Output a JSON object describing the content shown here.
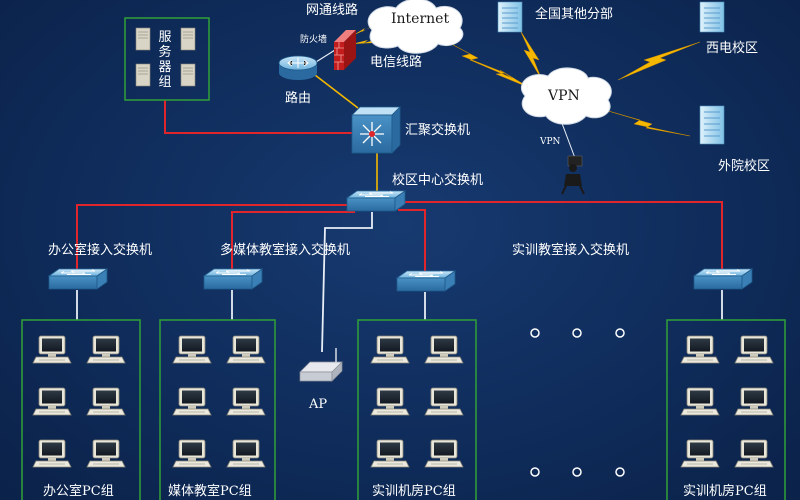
{
  "internet": {
    "label": "Internet"
  },
  "vpn": {
    "label": "VPN",
    "link_label": "VPN"
  },
  "lines": {
    "netcom": "网通线路",
    "telecom": "电信线路",
    "firewall": "防火墙"
  },
  "router": {
    "label": "路由"
  },
  "server_group": {
    "label": "服务器组"
  },
  "aggregation_switch": {
    "label": "汇聚交换机"
  },
  "core_switch": {
    "label": "校区中心交换机"
  },
  "branches": {
    "national": "全国其他分部",
    "west_campus": "西电校区",
    "outer_campus": "外院校区"
  },
  "access_switches": {
    "office": "办公室接入交换机",
    "multimedia": "多媒体教室接入交换机",
    "training": "实训教室接入交换机"
  },
  "ap": {
    "label": "AP"
  },
  "pc_groups": {
    "office": "办公室PC组",
    "multimedia": "媒体教室PC组",
    "lab": "实训机房PC组",
    "lab2": "实训机房PC组"
  },
  "colors": {
    "background": "#0f2c5b",
    "red_link": "#e0262a",
    "white_link": "#e8eef6",
    "lightning": "#f5b800",
    "group_border": "#2e9a3a"
  }
}
